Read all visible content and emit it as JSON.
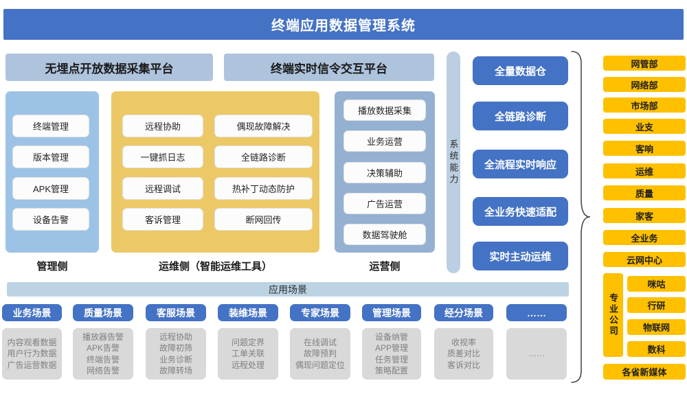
{
  "title": "终端应用数据管理系统",
  "platforms": [
    "无埋点开放数据采集平台",
    "终端实时信令交互平台"
  ],
  "panels": {
    "management": {
      "label": "管理侧",
      "items": [
        "终端管理",
        "版本管理",
        "APK管理",
        "设备告警"
      ]
    },
    "maintenance": {
      "label": "运维侧（智能运维工具）",
      "col1": [
        "远程协助",
        "一键抓日志",
        "远程调试",
        "客诉管理"
      ],
      "col2": [
        "偶现故障解决",
        "全链路诊断",
        "热补丁动态防护",
        "断网回传"
      ]
    },
    "operation": {
      "label": "运营侧",
      "items": [
        "播放数据采集",
        "业务运营",
        "决策辅助",
        "广告运营",
        "数据驾驶舱"
      ]
    }
  },
  "system_capability": {
    "bar_label": "系统能力",
    "buttons": [
      "全量数据仓",
      "全链路诊断",
      "全流程实时响应",
      "全业务快速适配",
      "实时主动运维"
    ]
  },
  "departments": {
    "items": [
      "网管部",
      "网络部",
      "市场部",
      "业支",
      "客响",
      "运维",
      "质量",
      "家客",
      "全业务",
      "云网中心"
    ],
    "group": {
      "label": "专业公司",
      "items": [
        "咪咕",
        "行研",
        "物联网",
        "数科"
      ]
    },
    "bottom": "各省新媒体"
  },
  "application_scenarios": {
    "bar_label": "应用场景",
    "scenes": [
      {
        "label": "业务场景",
        "items": [
          "内容观看数据",
          "用户行为数据",
          "广告运营数据"
        ]
      },
      {
        "label": "质量场景",
        "items": [
          "播放器告警",
          "APK告警",
          "终端告警",
          "网络告警"
        ]
      },
      {
        "label": "客服场景",
        "items": [
          "远程协助",
          "故障初筛",
          "业务诊断",
          "故障转场"
        ]
      },
      {
        "label": "装维场景",
        "items": [
          "问题定界",
          "工单关联",
          "远程处理"
        ]
      },
      {
        "label": "专家场景",
        "items": [
          "在线调试",
          "故障预判",
          "偶现问题定位"
        ]
      },
      {
        "label": "管理场景",
        "items": [
          "设备纳管",
          "APP管理",
          "任务管理",
          "策略配置"
        ]
      },
      {
        "label": "经分场景",
        "items": [
          "收视率",
          "质差对比",
          "客诉对比"
        ]
      },
      {
        "label": "……",
        "items": [
          "……"
        ]
      }
    ]
  },
  "colors": {
    "primary_blue": "#4472C4",
    "platform_header_blue": "#AEC3DC",
    "panel_light_blue": "#9CC3E5",
    "panel_yellow": "#ECC966",
    "panel_medium_blue": "#94B1D1",
    "capability_bar_blue": "#BCCFE2",
    "department_orange": "#FFC000",
    "scenario_bar_blue": "#BCD3E3",
    "gray_box": "#D9D9D9",
    "gray_text": "#7F7F7F"
  }
}
